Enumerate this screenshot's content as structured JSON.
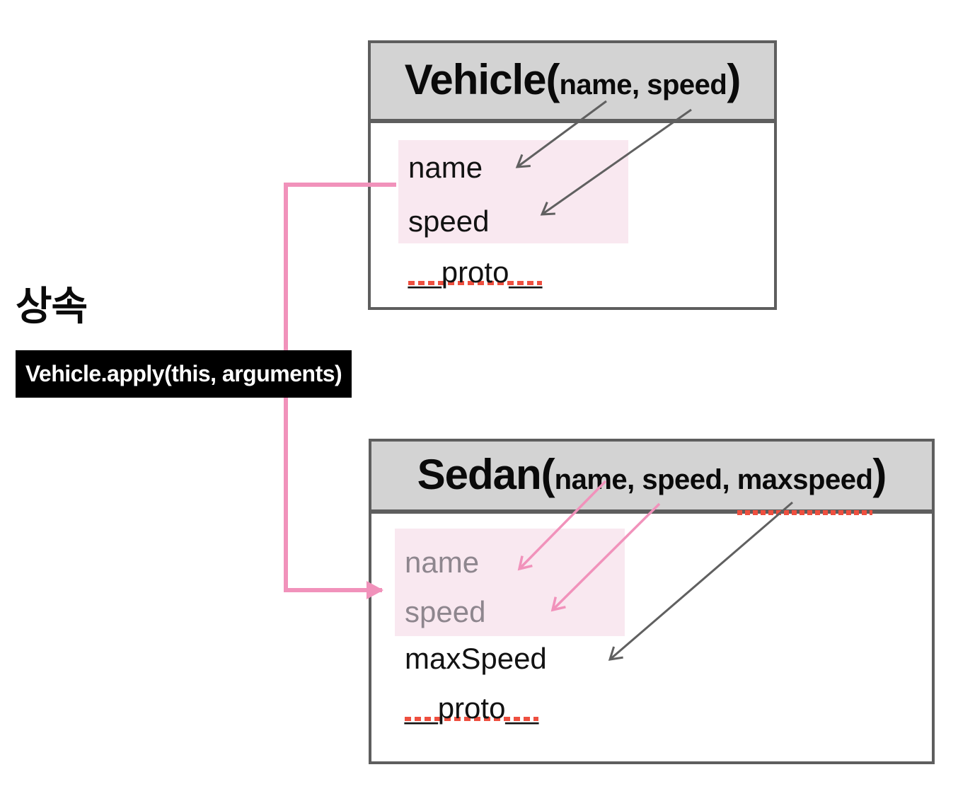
{
  "inheritance_label": "상속",
  "apply_label": "Vehicle.apply(this, arguments)",
  "vehicle": {
    "title": {
      "main": "Vehicle(",
      "params": "name, speed",
      "close": ")"
    },
    "fields": [
      "name",
      "speed",
      "__proto__"
    ]
  },
  "sedan": {
    "title": {
      "main": "Sedan(",
      "params_prefix": "name, speed, ",
      "param_marked": "maxspeed",
      "close": ")"
    },
    "fields": [
      "name",
      "speed",
      "maxSpeed",
      "__proto__"
    ]
  },
  "colors": {
    "header_fill": "#d3d3d3",
    "box_border": "#5e5e5e",
    "highlight_pink": "#f9e8f0",
    "accent_pink": "#f192bb",
    "arrow_gray": "#606060",
    "muted_text": "#8e868e",
    "squiggle_red": "#ee4f3f",
    "label_bg": "#000000",
    "label_text": "#ffffff"
  }
}
